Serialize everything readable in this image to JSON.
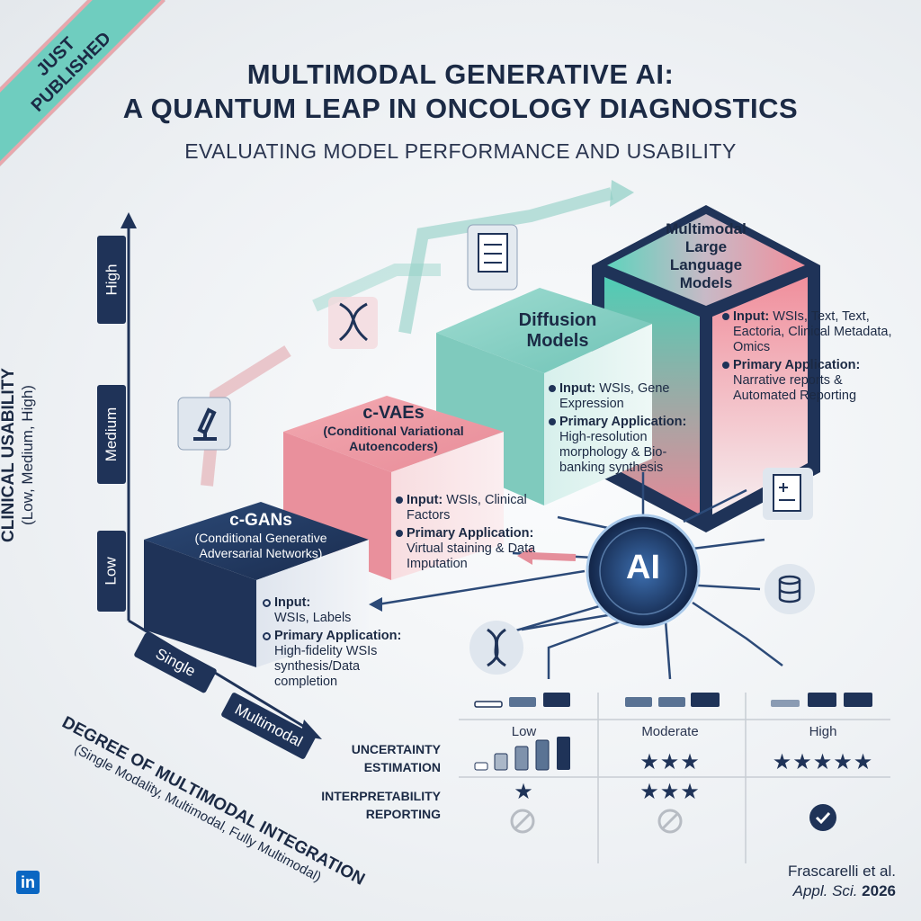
{
  "ribbon": {
    "line1": "JUST",
    "line2": "PUBLISHED"
  },
  "header": {
    "title_line1": "MULTIMODAL GENERATIVE AI:",
    "title_line2": "A QUANTUM LEAP IN ONCOLOGY DIAGNOSTICS",
    "subtitle": "EVALUATING MODEL PERFORMANCE AND USABILITY"
  },
  "y_axis": {
    "title": "CLINICAL USABILITY",
    "subtitle": "(Low, Medium, High)",
    "levels": [
      "High",
      "Medium",
      "Low"
    ]
  },
  "x_axis": {
    "title": "DEGREE OF MULTIMODAL INTEGRATION",
    "subtitle": "(Single Modality, Multimodal, Fully Multimodal)",
    "levels": [
      "Single",
      "Multimodal"
    ]
  },
  "models": [
    {
      "title": "c-GANs",
      "subtitle": "(Conditional Generative Adversarial Networks)",
      "input_label": "Input:",
      "input": "WSIs, Labels",
      "app_label": "Primary Application:",
      "app": "High-fidelity WSIs synthesis/Data completion"
    },
    {
      "title": "c-VAEs",
      "subtitle": "(Conditional Variational Autoencoders)",
      "input_label": "Input:",
      "input": "WSIs, Clinical Factors",
      "app_label": "Primary Application:",
      "app": "Virtual staining & Data Imputation"
    },
    {
      "title": "Diffusion Models",
      "input_label": "Input:",
      "input": "WSIs, Gene Expression",
      "app_label": "Primary Application:",
      "app": "High-resolution morphology & Bio-banking synthesis"
    },
    {
      "title": "Multimodal Large Language Models",
      "input_label": "Input:",
      "input": "WSIs, Text, Text, Eactoria, Clinical Metadata, Omics",
      "app_label": "Primary Application:",
      "app": "Narrative reports & Automated Reporting"
    }
  ],
  "hub": {
    "label": "AI"
  },
  "table": {
    "columns": [
      "Low",
      "Moderate",
      "High"
    ],
    "rows": [
      {
        "label": "UNCERTAINTY ESTIMATION",
        "stars": [
          0,
          3,
          5
        ]
      },
      {
        "label": "INTERPRETABILITY REPORTING",
        "stars": [
          1,
          3,
          0
        ],
        "status": [
          "not-available",
          "not-available",
          "available"
        ]
      }
    ]
  },
  "citation": {
    "authors": "Frascarelli et al.",
    "journal": "Appl. Sci.",
    "year": "2026"
  },
  "logo": {
    "text": "in"
  },
  "colors": {
    "navy": "#1f3358",
    "teal": "#6fcdbf",
    "pink": "#e8a0a8"
  }
}
